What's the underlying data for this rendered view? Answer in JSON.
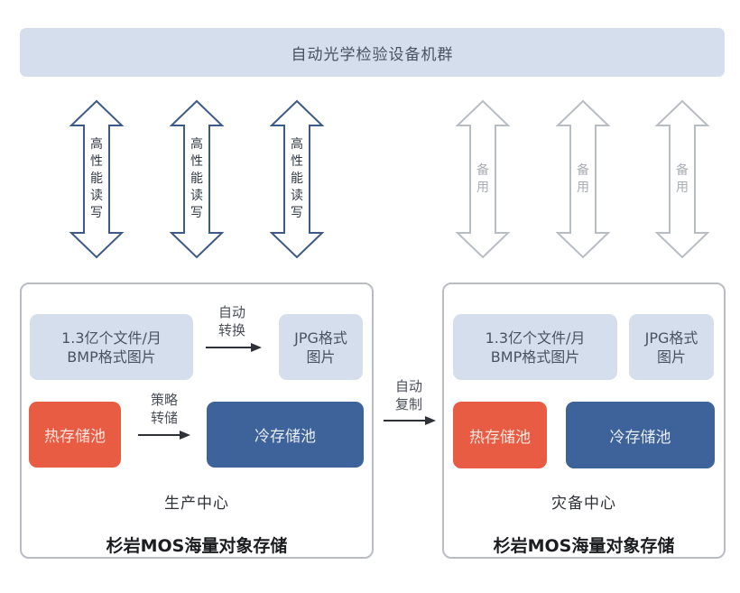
{
  "banner": {
    "title": "自动光学检验设备机群"
  },
  "links": [
    {
      "label": [
        "高",
        "性",
        "能",
        "读",
        "写"
      ],
      "state": "active"
    },
    {
      "label": [
        "高",
        "性",
        "能",
        "读",
        "写"
      ],
      "state": "active"
    },
    {
      "label": [
        "高",
        "性",
        "能",
        "读",
        "写"
      ],
      "state": "active"
    },
    {
      "label": [
        "备",
        "用"
      ],
      "state": "spare"
    },
    {
      "label": [
        "备",
        "用"
      ],
      "state": "spare"
    },
    {
      "label": [
        "备",
        "用"
      ],
      "state": "spare"
    }
  ],
  "colors": {
    "banner_bg": "#d5deec",
    "active_arrow": "#3e5a86",
    "spare_arrow": "#b8bcc3",
    "hot_pool": "#e85c44",
    "cold_pool": "#3e639a",
    "light_box": "#d5deec"
  },
  "production": {
    "source_line1": "1.3亿个文件/月",
    "source_line2": "BMP格式图片",
    "convert_line1": "自动",
    "convert_line2": "转换",
    "target_line1": "JPG格式",
    "target_line2": "图片",
    "hot_pool": "热存储池",
    "policy_line1": "策略",
    "policy_line2": "转储",
    "cold_pool": "冷存储池",
    "center_name": "生产中心",
    "product_name": "杉岩MOS海量对象存储"
  },
  "replication": {
    "line1": "自动",
    "line2": "复制"
  },
  "disaster_recovery": {
    "source_line1": "1.3亿个文件/月",
    "source_line2": "BMP格式图片",
    "target_line1": "JPG格式",
    "target_line2": "图片",
    "hot_pool": "热存储池",
    "cold_pool": "冷存储池",
    "center_name": "灾备中心",
    "product_name": "杉岩MOS海量对象存储"
  }
}
